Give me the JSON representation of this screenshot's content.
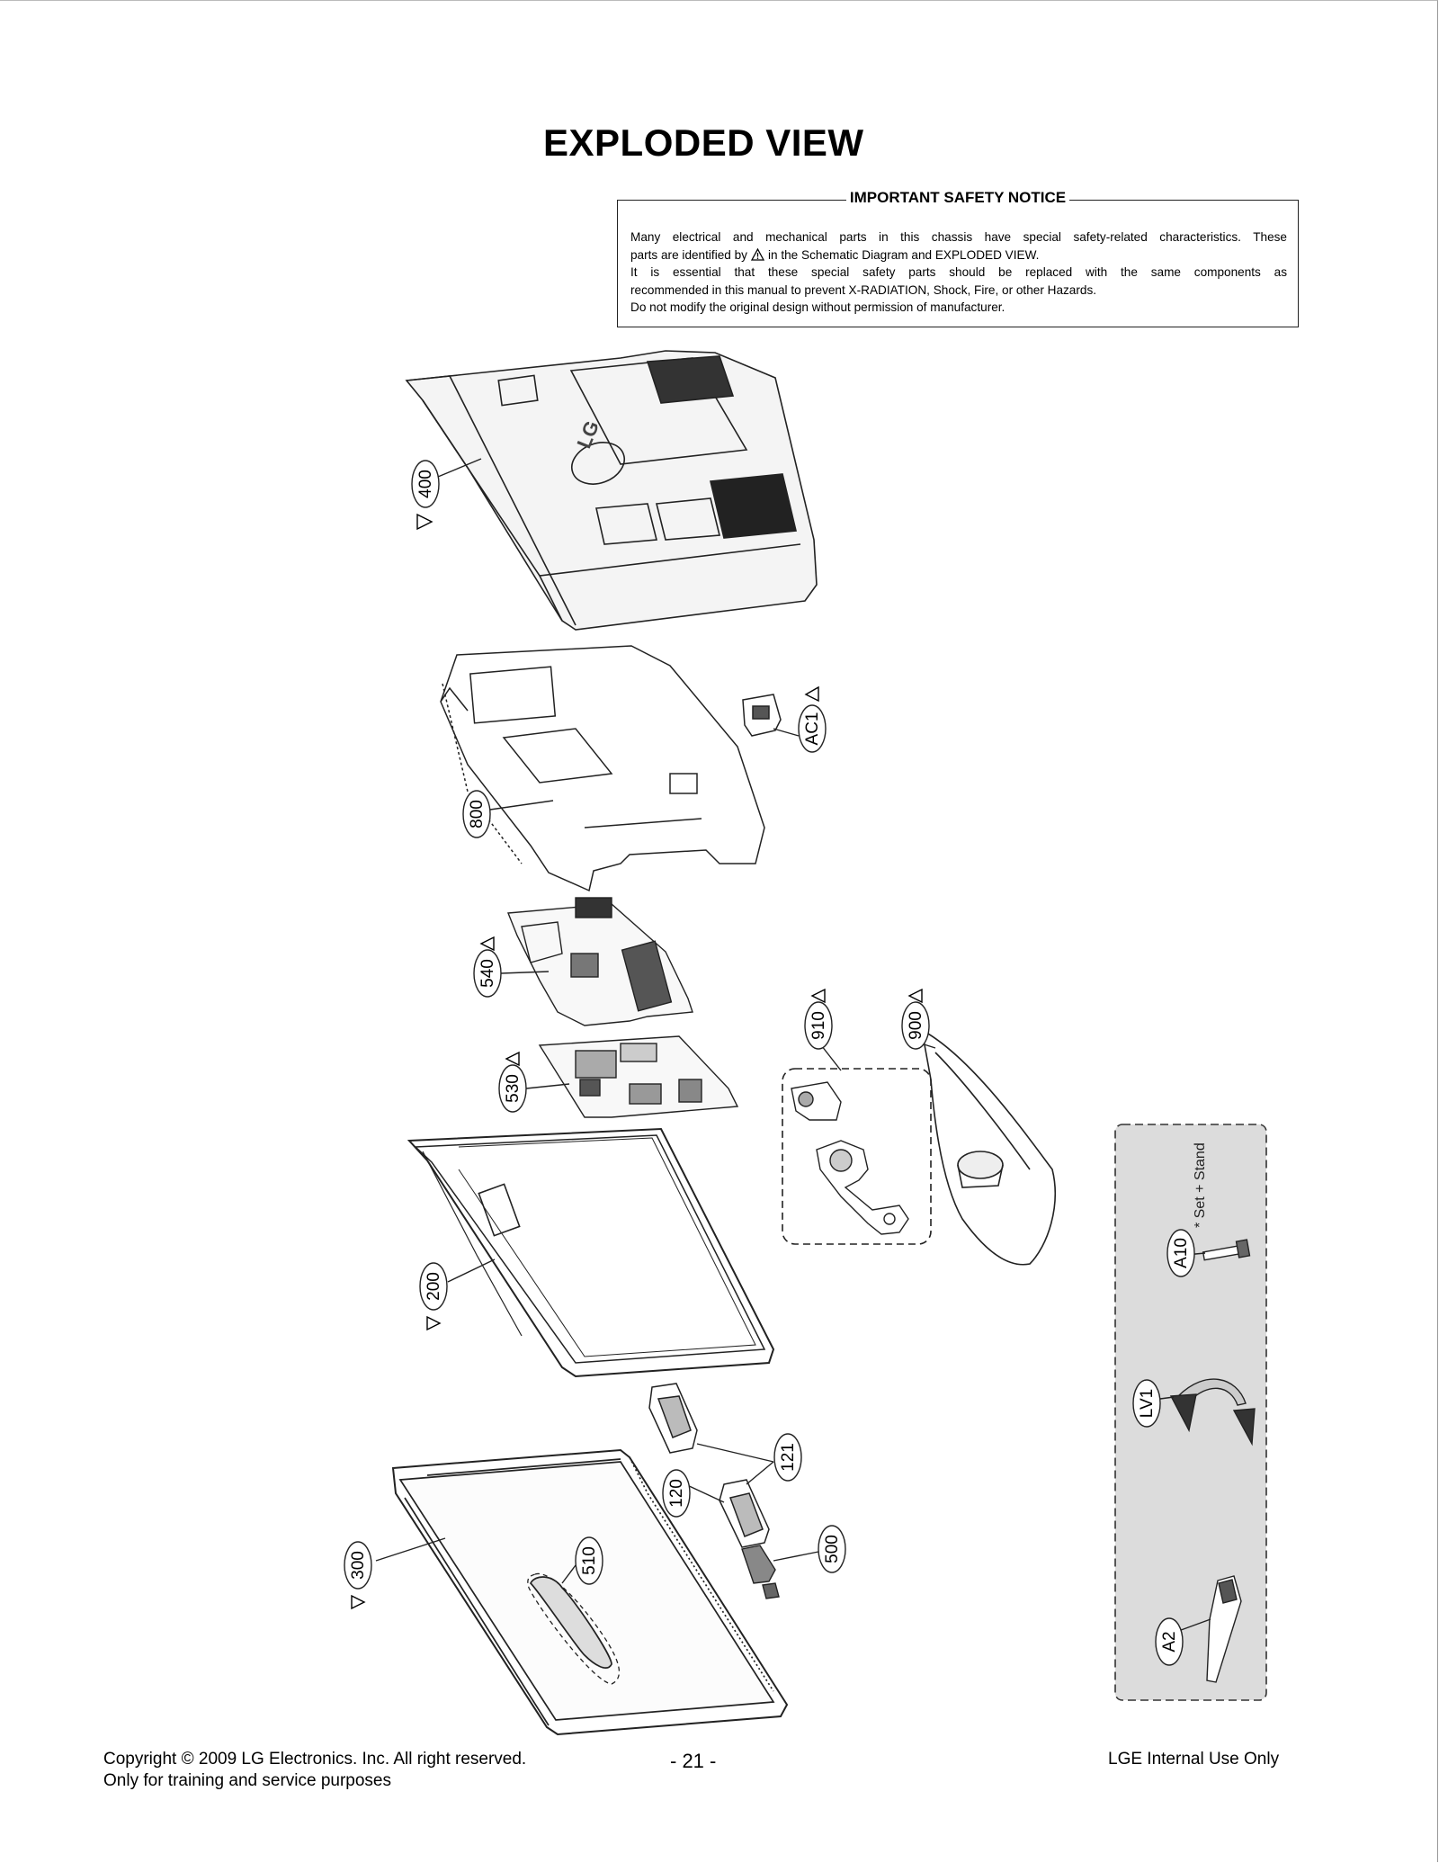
{
  "title": "EXPLODED VIEW",
  "safety_notice": {
    "heading": "IMPORTANT SAFETY NOTICE",
    "line1": "Many electrical and mechanical parts in this chassis have special safety-related characteristics. These",
    "line2_before": "parts are identified by",
    "line2_after": "in the Schematic Diagram and EXPLODED VIEW.",
    "line3": "It is essential that these special safety parts should be replaced with the same components as",
    "line4": "recommended in this manual to prevent X-RADIATION, Shock, Fire, or other Hazards.",
    "line5": "Do not modify the original design without permission of manufacturer."
  },
  "parts": {
    "back_cover": "400",
    "power_ac": "AC1",
    "shield": "800",
    "main_board": "540",
    "power_board": "530",
    "panel_frame": "200",
    "front_cabinet": "300",
    "ir_board": "510",
    "speaker_l": "120",
    "speaker_r": "121",
    "key_board": "500",
    "stand_hinge": "910",
    "stand_base": "900",
    "screw": "A10",
    "lever": "LV1",
    "accessory": "A2"
  },
  "logo_text": "LG",
  "accessory_box": {
    "note": "* Set + Stand"
  },
  "footer": {
    "copyright_line1": "Copyright  © 2009 LG Electronics. Inc. All right reserved.",
    "copyright_line2": "Only for training and service purposes",
    "page_number": "- 21 -",
    "internal": "LGE Internal Use Only"
  }
}
